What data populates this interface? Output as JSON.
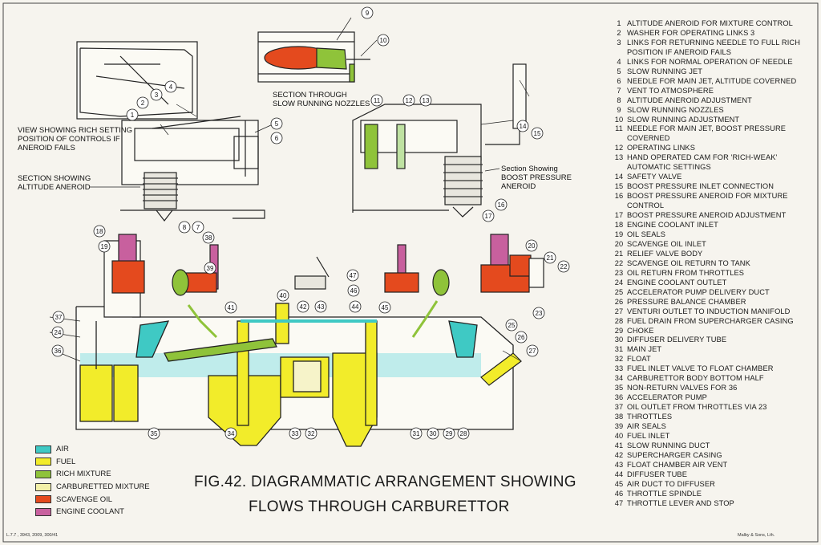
{
  "figure": {
    "title_line1": "FIG.42. DIAGRAMMATIC ARRANGEMENT SHOWING",
    "title_line2": "FLOWS THROUGH CARBURETTOR",
    "footer_left": "L.7.7 , 3943, 2009, 300/41",
    "footer_right": "Malby & Sons, Lth."
  },
  "labels": {
    "rich_setting": [
      "VIEW SHOWING RICH SETTING",
      "POSITION OF CONTROLS IF",
      "ANEROID FAILS"
    ],
    "altitude_aneroid": [
      "SECTION SHOWING",
      "ALTITUDE ANEROID"
    ],
    "slow_running": [
      "SECTION THROUGH",
      "SLOW RUNNING NOZZLES"
    ],
    "boost_pressure": [
      "Section Showing",
      "BOOST PRESSURE",
      "ANEROID"
    ]
  },
  "legend": [
    {
      "label": "AIR",
      "color": "#3fc9c4"
    },
    {
      "label": "FUEL",
      "color": "#f2ec2a"
    },
    {
      "label": "RICH MIXTURE",
      "color": "#8fc33a"
    },
    {
      "label": "CARBURETTED MIXTURE",
      "color": "#f3f0a8"
    },
    {
      "label": "SCAVENGE OIL",
      "color": "#e44a1e"
    },
    {
      "label": "ENGINE COOLANT",
      "color": "#c8609e"
    }
  ],
  "parts": [
    {
      "n": "1",
      "t": "ALTITUDE ANEROID FOR MIXTURE CONTROL"
    },
    {
      "n": "2",
      "t": "WASHER FOR OPERATING LINKS 3"
    },
    {
      "n": "3",
      "t": "LINKS FOR RETURNING NEEDLE TO FULL RICH\nPOSITION IF ANEROID FAILS"
    },
    {
      "n": "4",
      "t": "LINKS FOR NORMAL OPERATION OF NEEDLE"
    },
    {
      "n": "5",
      "t": "SLOW RUNNING JET"
    },
    {
      "n": "6",
      "t": "NEEDLE FOR MAIN JET, ALTITUDE COVERNED"
    },
    {
      "n": "7",
      "t": "VENT TO ATMOSPHERE"
    },
    {
      "n": "8",
      "t": "ALTITUDE ANEROID ADJUSTMENT"
    },
    {
      "n": "9",
      "t": "SLOW RUNNING NOZZLES"
    },
    {
      "n": "10",
      "t": "SLOW RUNNING ADJUSTMENT"
    },
    {
      "n": "11",
      "t": "NEEDLE FOR MAIN JET, BOOST PRESSURE\nCOVERNED"
    },
    {
      "n": "12",
      "t": "OPERATING LINKS"
    },
    {
      "n": "13",
      "t": "HAND OPERATED CAM FOR 'RICH-WEAK'\nAUTOMATIC SETTINGS"
    },
    {
      "n": "14",
      "t": "SAFETY VALVE"
    },
    {
      "n": "15",
      "t": "BOOST PRESSURE INLET CONNECTION"
    },
    {
      "n": "16",
      "t": "BOOST PRESSURE ANEROID FOR MIXTURE\nCONTROL"
    },
    {
      "n": "17",
      "t": "BOOST PRESSURE ANEROID ADJUSTMENT"
    },
    {
      "n": "18",
      "t": "ENGINE COOLANT INLET"
    },
    {
      "n": "19",
      "t": "OIL SEALS"
    },
    {
      "n": "20",
      "t": "SCAVENGE OIL INLET"
    },
    {
      "n": "21",
      "t": "RELIEF VALVE BODY"
    },
    {
      "n": "22",
      "t": "SCAVENGE OIL RETURN TO TANK"
    },
    {
      "n": "23",
      "t": "OIL RETURN FROM THROTTLES"
    },
    {
      "n": "24",
      "t": "ENGINE COOLANT OUTLET"
    },
    {
      "n": "25",
      "t": "ACCELERATOR PUMP DELIVERY DUCT"
    },
    {
      "n": "26",
      "t": "PRESSURE BALANCE CHAMBER"
    },
    {
      "n": "27",
      "t": "VENTURI OUTLET TO INDUCTION MANIFOLD"
    },
    {
      "n": "28",
      "t": "FUEL DRAIN FROM SUPERCHARGER CASING"
    },
    {
      "n": "29",
      "t": "CHOKE"
    },
    {
      "n": "30",
      "t": "DIFFUSER DELIVERY TUBE"
    },
    {
      "n": "31",
      "t": "MAIN JET"
    },
    {
      "n": "32",
      "t": "FLOAT"
    },
    {
      "n": "33",
      "t": "FUEL INLET VALVE TO FLOAT CHAMBER"
    },
    {
      "n": "34",
      "t": "CARBURETTOR BODY BOTTOM HALF"
    },
    {
      "n": "35",
      "t": "NON-RETURN VALVES FOR 36"
    },
    {
      "n": "36",
      "t": "ACCELERATOR PUMP"
    },
    {
      "n": "37",
      "t": "OIL OUTLET FROM THROTTLES VIA 23"
    },
    {
      "n": "38",
      "t": "THROTTLES"
    },
    {
      "n": "39",
      "t": "AIR SEALS"
    },
    {
      "n": "40",
      "t": "FUEL INLET"
    },
    {
      "n": "41",
      "t": "SLOW RUNNING DUCT"
    },
    {
      "n": "42",
      "t": "SUPERCHARGER CASING"
    },
    {
      "n": "43",
      "t": "FLOAT CHAMBER AIR VENT"
    },
    {
      "n": "44",
      "t": "DIFFUSER TUBE"
    },
    {
      "n": "45",
      "t": "AIR DUCT TO DIFFUSER"
    },
    {
      "n": "46",
      "t": "THROTTLE SPINDLE"
    },
    {
      "n": "47",
      "t": "THROTTLE LEVER AND STOP"
    }
  ],
  "callouts": [
    "1",
    "2",
    "3",
    "4",
    "5",
    "6",
    "7",
    "8",
    "9",
    "10",
    "11",
    "12",
    "13",
    "14",
    "15",
    "16",
    "17",
    "18",
    "19",
    "20",
    "21",
    "22",
    "23",
    "24",
    "25",
    "26",
    "27",
    "28",
    "29",
    "30",
    "31",
    "32",
    "33",
    "34",
    "35",
    "36",
    "37",
    "38",
    "39",
    "40",
    "41",
    "42",
    "43",
    "44",
    "45",
    "46",
    "47"
  ]
}
